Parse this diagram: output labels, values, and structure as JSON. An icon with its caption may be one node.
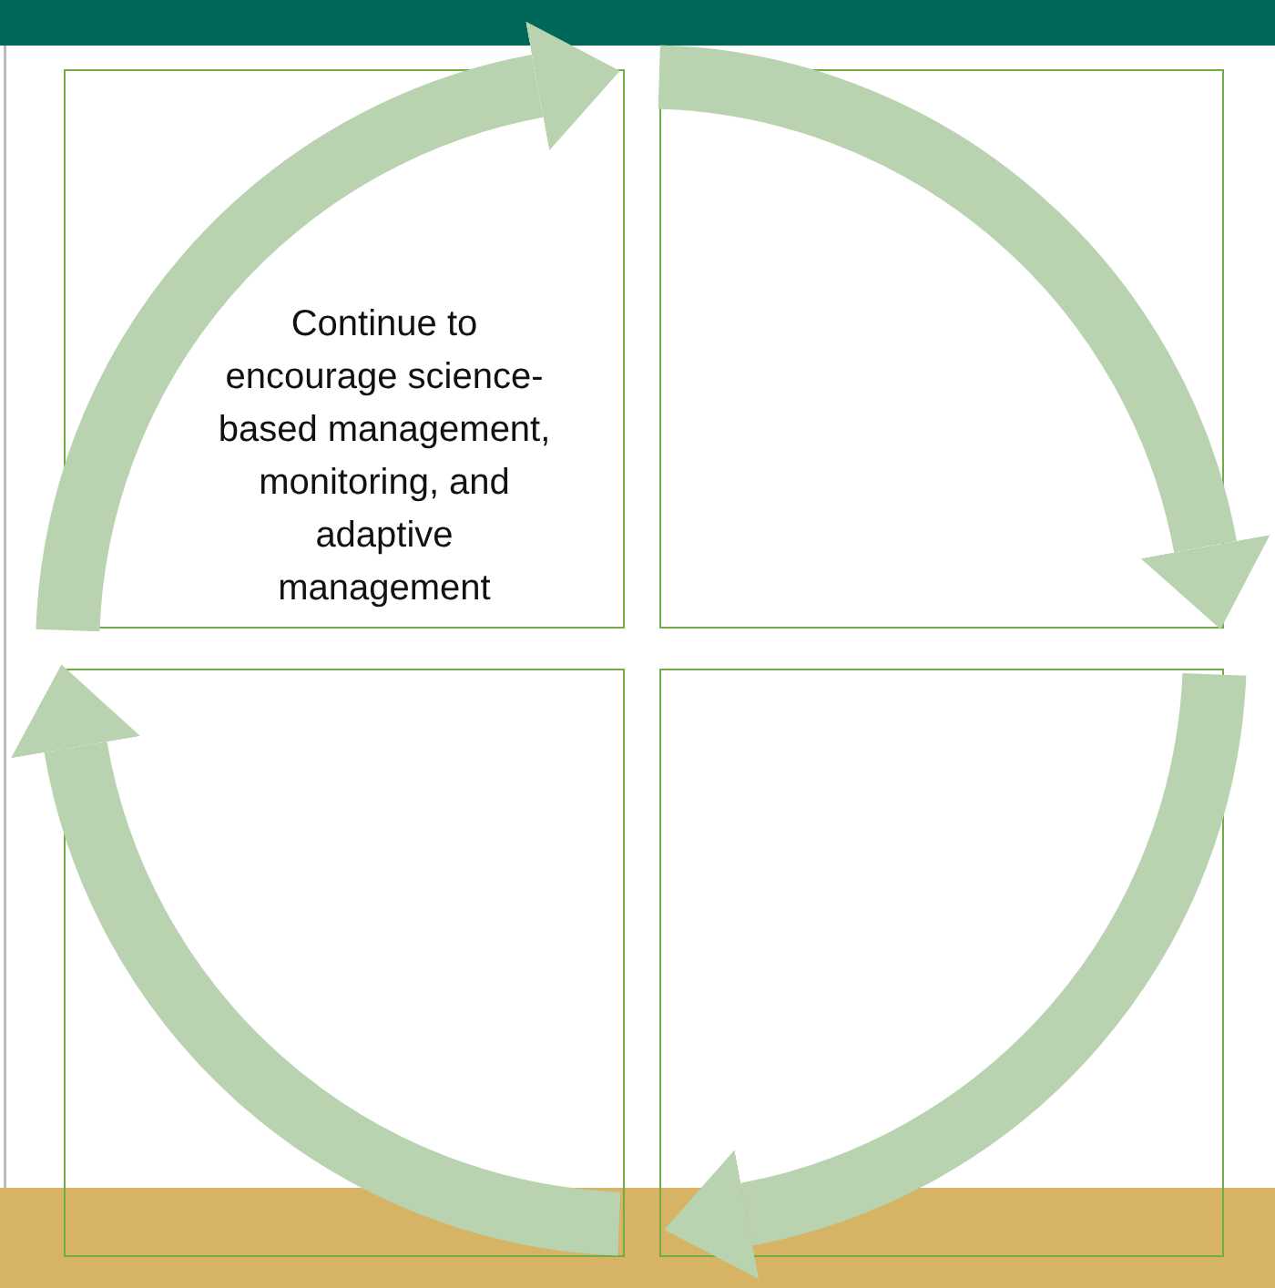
{
  "diagram": {
    "nodes": [
      {
        "text": [
          "Continue to encourage science-based management, monitoring, and adaptive management"
        ]
      },
      {
        "text": [],
        "shape": "box"
      },
      {
        "text": [],
        "shape": "box"
      },
      {
        "text": [],
        "shape": "box"
      }
    ],
    "edges": [
      {
        "from": 0,
        "to": 1,
        "arrow": "to"
      },
      {
        "from": 1,
        "to": 2,
        "arrow": "to"
      },
      {
        "from": 2,
        "to": 3,
        "arrow": "to"
      },
      {
        "from": 3,
        "to": 0,
        "arrow": "to"
      }
    ]
  }
}
